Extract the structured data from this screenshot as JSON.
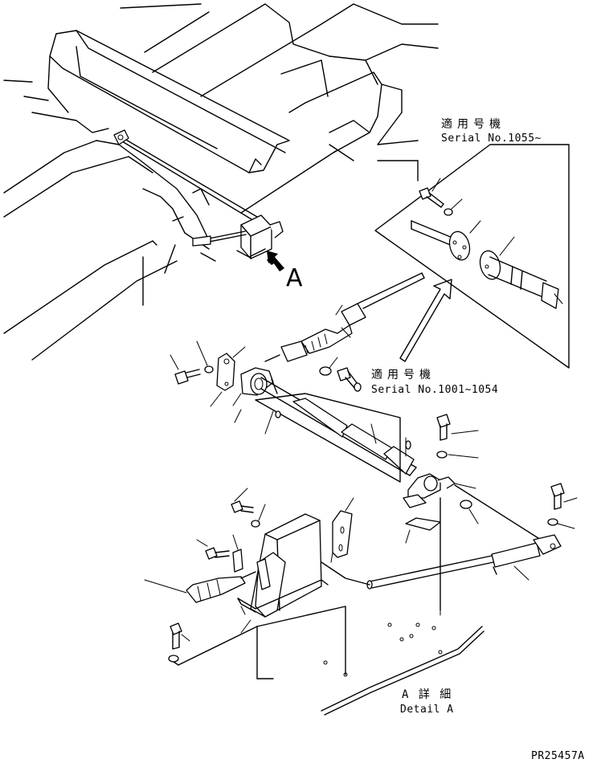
{
  "labels": {
    "serial_new_jp": "適用号機",
    "serial_new": "Serial No.1055~",
    "serial_old_jp": "適用号機",
    "serial_old": "Serial No.1001~1054",
    "view_marker": "A",
    "detail_jp": "A 詳 細",
    "detail_en": "Detail A",
    "drawing_number": "PR25457A"
  },
  "icons": {
    "view_arrow": "view-direction-arrow-icon"
  }
}
